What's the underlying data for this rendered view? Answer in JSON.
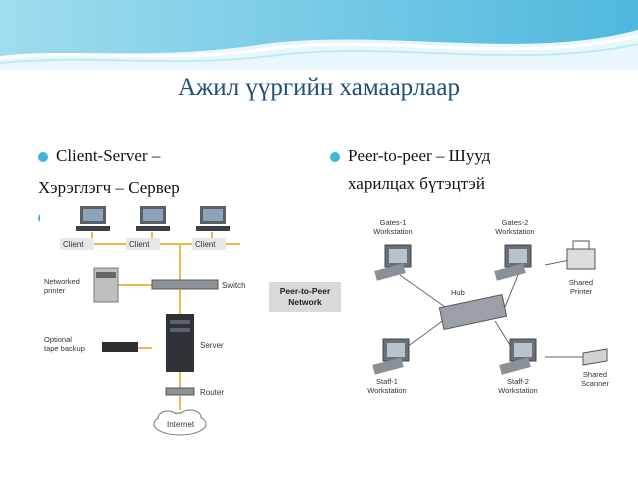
{
  "slide": {
    "title": "Ажил үүргийн хамаарлаар",
    "left_bullet_line1": "Client-Server –",
    "left_bullet_line2": "Хэрэглэгч – Сервер",
    "right_bullet_line1": "Peer-to-peer – Шууд",
    "right_bullet_line2": "харилцах бүтэцтэй"
  },
  "client_server": {
    "client_labels": [
      "Client",
      "Client",
      "Client"
    ],
    "switch": "Switch",
    "networked_printer": [
      "Networked",
      "printer"
    ],
    "tape_backup": [
      "Optional",
      "tape backup"
    ],
    "server": "Server",
    "router": "Router",
    "internet": "Internet"
  },
  "peer_to_peer": {
    "network_label": [
      "Peer-to-Peer",
      "Network"
    ],
    "hub": "Hub",
    "gates1": [
      "Gates-1",
      "Workstation"
    ],
    "gates2": [
      "Gates-2",
      "Workstation"
    ],
    "staff1": [
      "Staff-1",
      "Workstation"
    ],
    "staff2": [
      "Staff-2",
      "Workstation"
    ],
    "printer": [
      "Shared",
      "Printer"
    ],
    "scanner": [
      "Shared",
      "Scanner"
    ]
  },
  "colors": {
    "accent": "#3fb5d8",
    "title": "#1f4e79",
    "bus": "#f0b84a"
  }
}
